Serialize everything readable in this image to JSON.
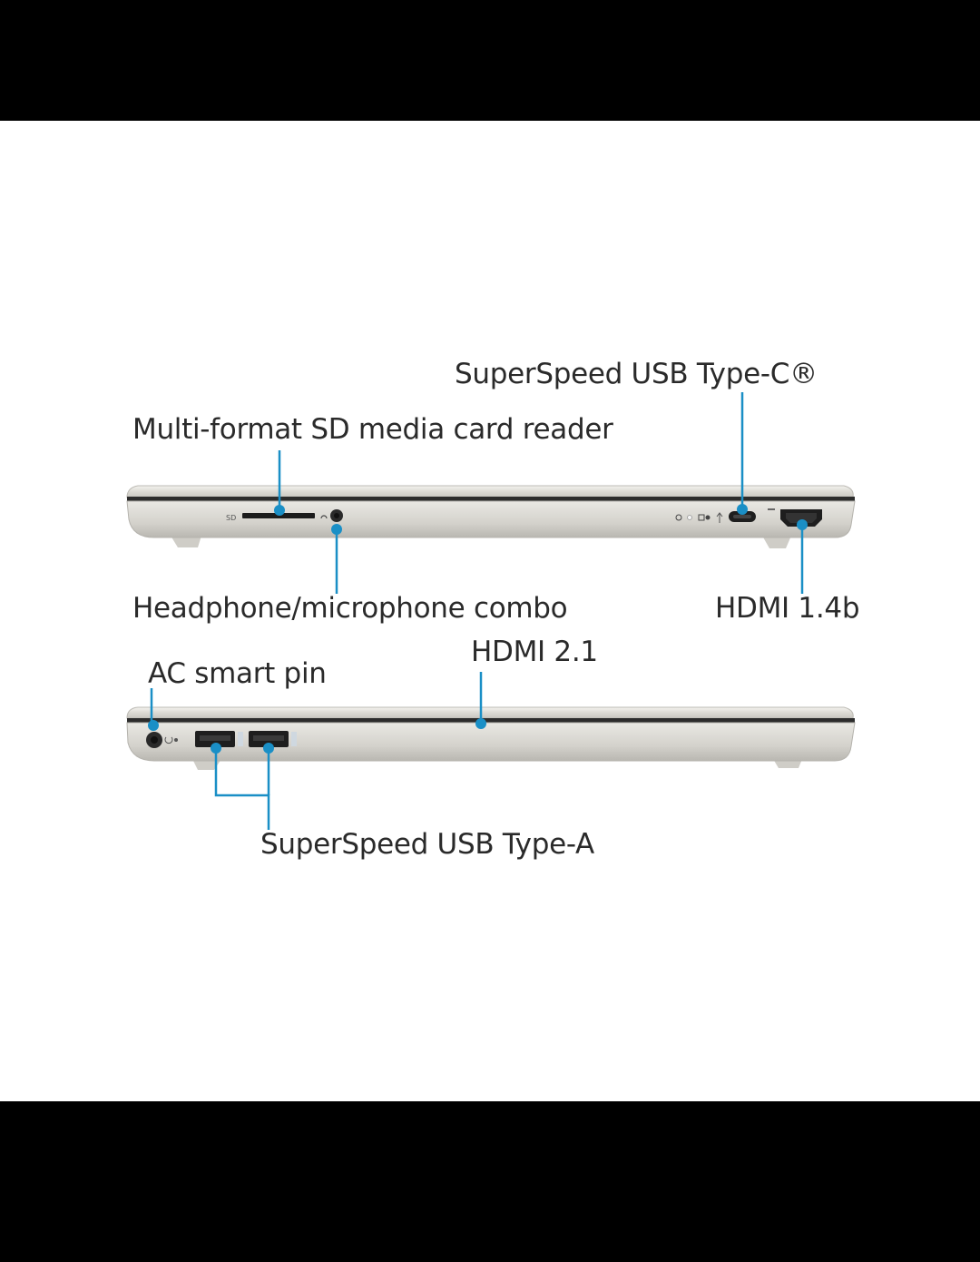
{
  "diagram": {
    "callouts": {
      "sd_reader": "Multi-format SD media card reader",
      "usb_c": "SuperSpeed USB Type-C®",
      "headphone": "Headphone/microphone combo",
      "hdmi_14b": "HDMI 1.4b",
      "ac_pin": "AC smart pin",
      "hdmi_21": "HDMI 2.1",
      "usb_a": "SuperSpeed USB Type-A"
    },
    "port_text": {
      "sd": "SD"
    }
  },
  "colors": {
    "frame": "#000000",
    "background": "#ffffff",
    "callout": "#1a8fc6",
    "laptop_silver": "#d8d6d0",
    "text": "#2a2a2a"
  }
}
